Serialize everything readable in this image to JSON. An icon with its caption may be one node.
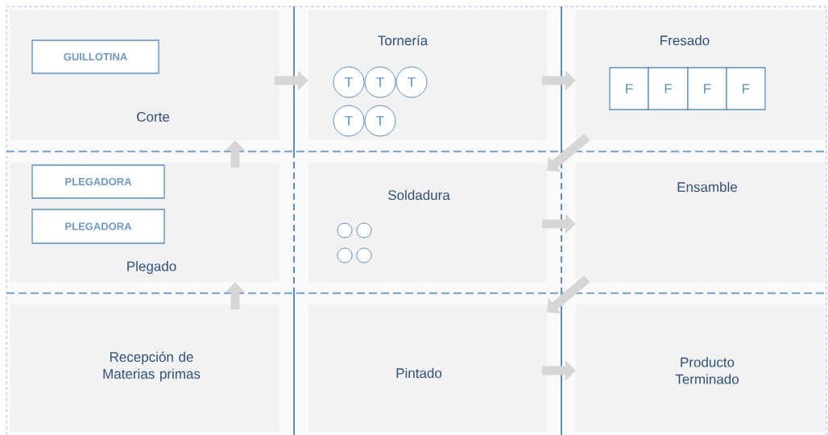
{
  "diagram": {
    "nodes": [
      {
        "text": [
          "Corte"
        ]
      },
      {
        "text": [
          "GUILLOTINA"
        ],
        "in": 0
      },
      {
        "text": [
          "Tornería"
        ]
      },
      {
        "text": [
          "T"
        ],
        "in": 2
      },
      {
        "text": [
          "T"
        ],
        "in": 2
      },
      {
        "text": [
          "T"
        ],
        "in": 2
      },
      {
        "text": [
          "T"
        ],
        "in": 2
      },
      {
        "text": [
          "T"
        ],
        "in": 2
      },
      {
        "text": [
          "Fresado"
        ]
      },
      {
        "text": [
          "F"
        ],
        "in": 8
      },
      {
        "text": [
          "F"
        ],
        "in": 8
      },
      {
        "text": [
          "F"
        ],
        "in": 8
      },
      {
        "text": [
          "F"
        ],
        "in": 8
      },
      {
        "text": [
          "Plegado"
        ]
      },
      {
        "text": [
          "PLEGADORA"
        ],
        "in": 13
      },
      {
        "text": [
          "PLEGADORA"
        ],
        "in": 13
      },
      {
        "text": [
          "Soldadura"
        ]
      },
      {
        "text": [],
        "shape": "circle",
        "in": 16
      },
      {
        "text": [],
        "shape": "circle",
        "in": 16
      },
      {
        "text": [],
        "shape": "circle",
        "in": 16
      },
      {
        "text": [],
        "shape": "circle",
        "in": 16
      },
      {
        "text": [
          "Ensamble"
        ]
      },
      {
        "text": [
          "Recepción de Materias primas"
        ]
      },
      {
        "text": [
          "Pintado"
        ]
      },
      {
        "text": [
          "Producto Terminado"
        ]
      }
    ],
    "edges": [
      {
        "from": 22,
        "to": 13,
        "arrow": "to"
      },
      {
        "from": 13,
        "to": 0,
        "arrow": "to"
      },
      {
        "from": 0,
        "to": 2,
        "arrow": "to"
      },
      {
        "from": 2,
        "to": 8,
        "arrow": "to"
      },
      {
        "from": 8,
        "to": 16,
        "arrow": "to"
      },
      {
        "from": 16,
        "to": 21,
        "arrow": "to"
      },
      {
        "from": 21,
        "to": 23,
        "arrow": "to"
      },
      {
        "from": 23,
        "to": 24,
        "arrow": "to"
      }
    ]
  }
}
